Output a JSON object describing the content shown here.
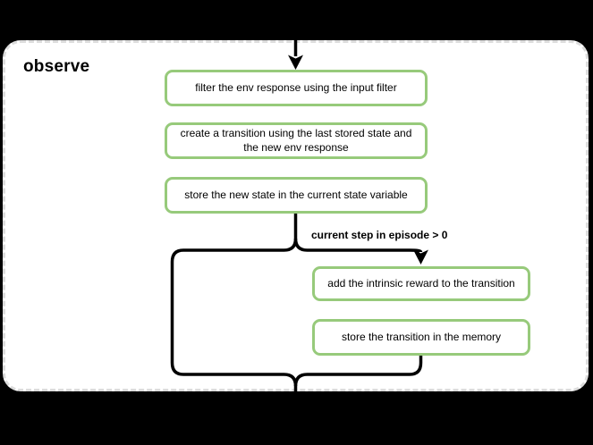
{
  "diagram_type": "flowchart",
  "group": {
    "title": "observe"
  },
  "condition": {
    "label": "current step in episode > 0"
  },
  "nodes": [
    {
      "id": "filter-env-response",
      "label": "filter the env response using the input filter"
    },
    {
      "id": "create-transition",
      "label": "create a transition using the last stored state and the new env response"
    },
    {
      "id": "store-new-state",
      "label": "store the new state in the current state variable"
    },
    {
      "id": "add-intrinsic-reward",
      "label": "add the intrinsic reward to the transition"
    },
    {
      "id": "store-transition",
      "label": "store the transition in the memory"
    }
  ],
  "colors": {
    "background": "#000000",
    "card_background": "#ffffff",
    "card_border": "#dcdcdc",
    "node_border": "#97ca7b",
    "connector": "#000000",
    "text": "#000000"
  }
}
